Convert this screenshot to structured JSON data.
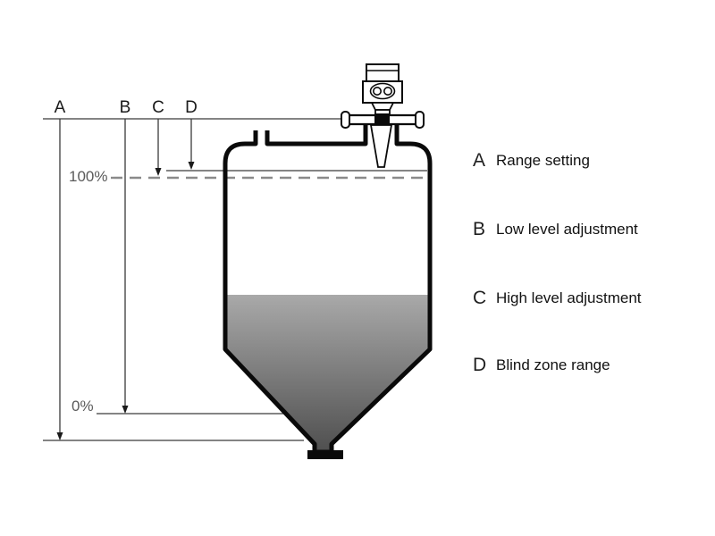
{
  "dimension_labels": {
    "a": "A",
    "b": "B",
    "c": "C",
    "d": "D"
  },
  "level_labels": {
    "high": "100%",
    "low": "0%"
  },
  "legend": [
    {
      "key": "A",
      "label": "Range setting"
    },
    {
      "key": "B",
      "label": "Low level adjustment"
    },
    {
      "key": "C",
      "label": "High level adjustment"
    },
    {
      "key": "D",
      "label": "Blind zone range"
    }
  ],
  "colors": {
    "outline": "#0a0a0a",
    "dimension_line": "#3a3a3a",
    "dashed_level_line": "#8a8a8a",
    "liquid_top": "#a9a9a9",
    "liquid_bottom": "#4e4e4e",
    "percent_text": "#5a5a5a",
    "text": "#1a1a1a"
  }
}
